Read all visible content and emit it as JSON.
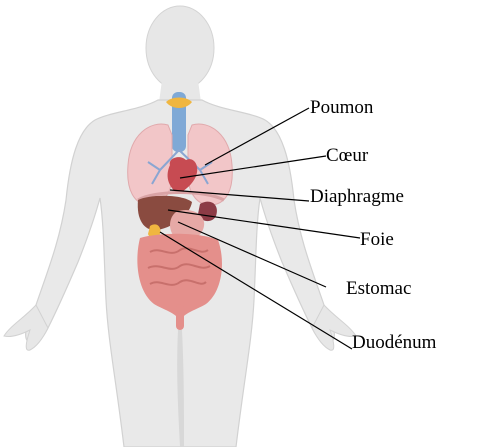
{
  "colors": {
    "body_fill": "#e7e7e7",
    "body_outline": "#cfcfcf",
    "lung": "#f2c6c8",
    "heart": "#c74b52",
    "liver": "#8a4b40",
    "stomach": "#e6a9a6",
    "intestine": "#e48f8b",
    "trachea": "#7fa9d6",
    "leader_line": "#000000"
  },
  "labels": {
    "poumon": "Poumon",
    "coeur": "Cœur",
    "diaphragme": "Diaphragme",
    "foie": "Foie",
    "estomac": "Estomac",
    "duodenum": "Duodénum"
  }
}
